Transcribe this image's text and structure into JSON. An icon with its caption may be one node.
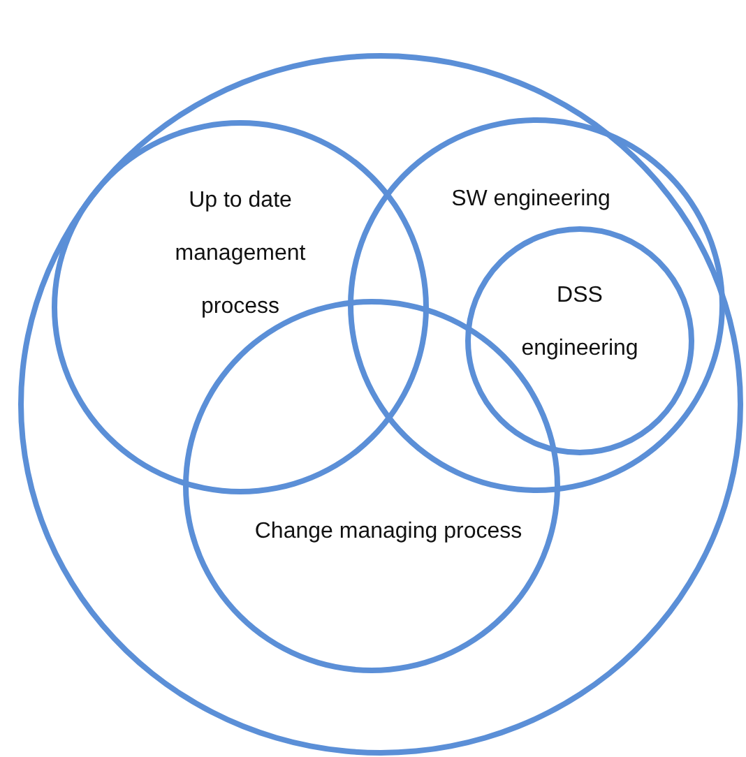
{
  "diagram": {
    "nodes": [
      {
        "text": [],
        "shape": "circle"
      },
      {
        "text": [
          "Up to date management process"
        ],
        "in": 0
      },
      {
        "text": [
          "SW engineering"
        ],
        "in": 0
      },
      {
        "text": [
          "DSS engineering"
        ],
        "in": 2
      },
      {
        "text": [
          "Change managing process"
        ],
        "in": 0
      }
    ],
    "edges": []
  }
}
